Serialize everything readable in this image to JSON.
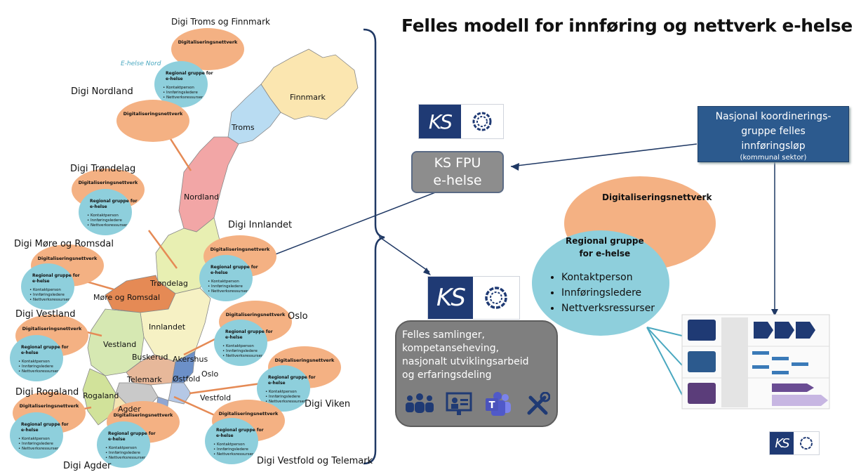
{
  "title": "Felles modell for innføring og nettverk e-helse",
  "regions": {
    "troms_finnmark": "Digi Troms og Finnmark",
    "nordland": "Digi Nordland",
    "trondelag": "Digi Trøndelag",
    "innlandet": "Digi Innlandet",
    "more_romsdal": "Digi Møre og Romsdal",
    "vestland": "Digi Vestland",
    "oslo": "Oslo",
    "rogaland": "Digi Rogaland",
    "viken": "Digi Viken",
    "agder": "Digi Agder",
    "vestfold_telemark": "Digi Vestfold og Telemark"
  },
  "map_labels": {
    "finnmark": "Finnmark",
    "troms": "Troms",
    "nordland": "Nordland",
    "trondelag": "Trøndelag",
    "more_romsdal": "Møre og Romsdal",
    "innlandet": "Innlandet",
    "vestland": "Vestland",
    "buskerud": "Buskerud",
    "akershus": "Akershus",
    "oslo": "Oslo",
    "ostfold": "Østfold",
    "telemark": "Telemark",
    "vestfold": "Vestfold",
    "rogaland": "Rogaland",
    "agder": "Agder"
  },
  "ehelse_nord": "E-helse Nord",
  "cluster": {
    "net": "Digitaliseringsnettverk",
    "group_line1": "Regional gruppe for",
    "group_line2": "e-helse",
    "items": [
      "Kontaktperson",
      "Innføringsledere",
      "Nettverksressurser"
    ]
  },
  "ks_fpu": {
    "line1": "KS FPU",
    "line2": "e-helse"
  },
  "ks_logo_text": "KS",
  "felles": {
    "lines": [
      "Felles samlinger,",
      "kompetanseheving,",
      "nasjonalt utviklingsarbeid",
      "og erfaringsdeling"
    ]
  },
  "nasjonal": {
    "line1": "Nasjonal koordinerings-",
    "line2": "gruppe felles",
    "line3": "innføringsløp",
    "line4": "(kommunal sektor)"
  },
  "big_cluster": {
    "net": "Digitaliseringsnettverk",
    "group_line1": "Regional gruppe",
    "group_line2": "for e-helse",
    "items": [
      "Kontaktperson",
      "Innføringsledere",
      "Nettverksressurser"
    ]
  },
  "icons": [
    "group-meeting-icon",
    "presentation-icon",
    "teams-icon",
    "tools-icon"
  ],
  "colors": {
    "orange": "#f4b183",
    "teal": "#8ecfdc",
    "navy": "#1f3a74",
    "boxblue": "#2c5a8e",
    "gray": "#7f7f7f",
    "line": "#1f3864"
  }
}
